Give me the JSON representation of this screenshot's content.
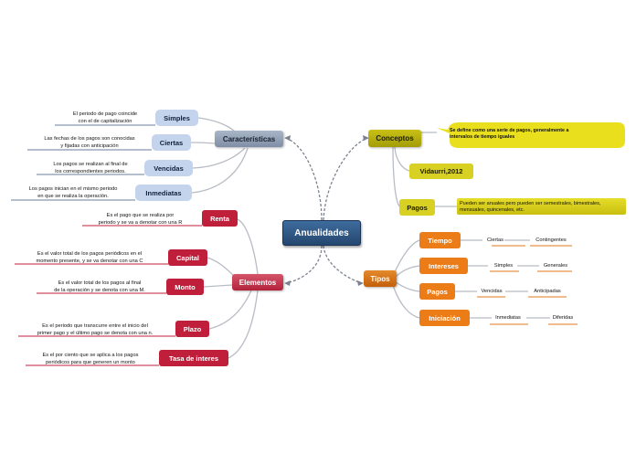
{
  "central": "Anualidades",
  "caracteristicas": {
    "label": "Características",
    "items": [
      {
        "label": "Simples",
        "note": "El periodo de pago coincide\ncon el de capitalización"
      },
      {
        "label": "Ciertas",
        "note": "Las fechas de los pagos son conocidas\ny fijadas con anticipación"
      },
      {
        "label": "Vencidas",
        "note": "Los pagos se realizan al final de\nlos correspondientes periodos."
      },
      {
        "label": "Inmediatas",
        "note": "Los pagos inician en el mismo periodo\nen que se realiza la operación."
      }
    ]
  },
  "elementos": {
    "label": "Elementos",
    "items": [
      {
        "label": "Renta",
        "note": "Es el pago que se realiza por\nperiodo y se va a denotar con una R"
      },
      {
        "label": "Capital",
        "note": "Es el valor total de los pagos periódicos en el\nmomento presente,  y se va denotar  con una C"
      },
      {
        "label": "Monto",
        "note": "Es el valor total de los pagos al final\nde la operación y se denota con una M."
      },
      {
        "label": "Plazo",
        "note": "Es el periodo que transcurre entre el inicio del\nprimer pago y el último pago se denota con una n."
      },
      {
        "label": "Tasa de interes",
        "note": "Es el por ciento que se aplica a los pagos\nperiódicos para que generen un monto"
      }
    ]
  },
  "conceptos": {
    "label": "Conceptos",
    "callout": "Se define como una serie de pagos, generalmente a\nintervalos de tiempo iguales",
    "author": "Vidaurri,2012",
    "pagos_label": "Pagos",
    "pagos_note": "Pueden ser anuales pero pueden ser semestrales, bimestrales,\nmensuales, quincenales, etc."
  },
  "tipos": {
    "label": "Tipos",
    "items": [
      {
        "label": "Tiempo",
        "left": "Ciertas",
        "right": "Contingentes"
      },
      {
        "label": "Intereses",
        "left": "Simples",
        "right": "Generales"
      },
      {
        "label": "Pagos",
        "left": "Vencidas",
        "right": "Anticipadas"
      },
      {
        "label": "Iniciación",
        "left": "Inmediatas",
        "right": "Diferidas"
      }
    ]
  },
  "colors": {
    "central": "#2f5a87",
    "blue_branch": "#8a98ae",
    "red_branch": "#c12e46",
    "olive_branch": "#b0a90c",
    "orange_branch": "#d06b16",
    "connector": "#b8bcc4"
  }
}
